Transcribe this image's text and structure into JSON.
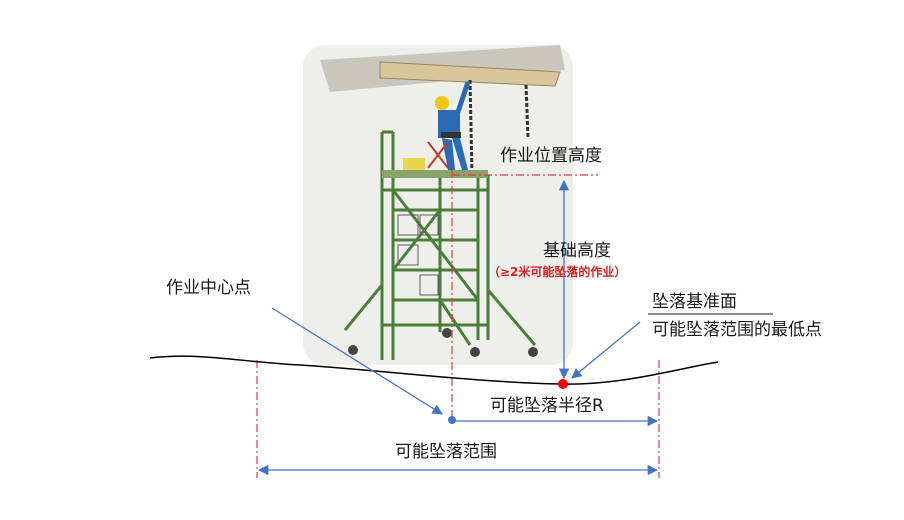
{
  "labels": {
    "work_height": "作业位置高度",
    "base_height": "基础高度",
    "base_height_note": "（≥2米可能坠落的作业）",
    "work_center": "作业中心点",
    "fall_datum": "坠落基准面",
    "fall_lowest_point": "可能坠落范围的最低点",
    "fall_radius": "可能坠落半径R",
    "fall_range": "可能坠落范围"
  },
  "icons": {
    "worker": "worker-on-scaffold-illustration"
  },
  "colors": {
    "arrow_blue": "#4472c4",
    "red_dash": "#e03a3a",
    "red_point": "#ff0000",
    "ground": "#000000"
  }
}
